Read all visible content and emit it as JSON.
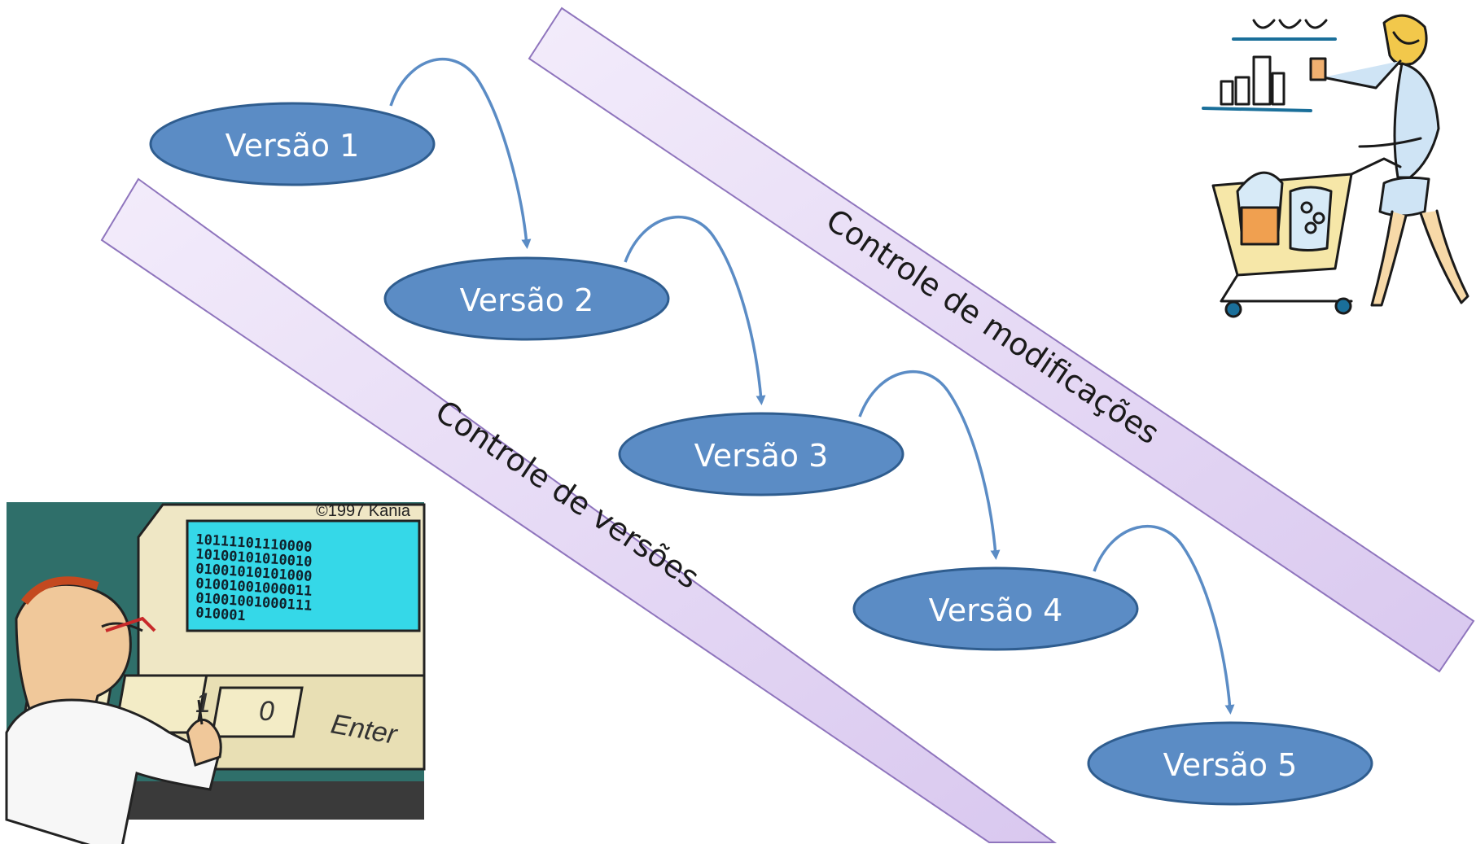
{
  "bands": [
    {
      "id": "modificacoes",
      "label": "Controle de modificações"
    },
    {
      "id": "versoes",
      "label": "Controle de versões"
    }
  ],
  "versions": [
    {
      "label": "Versão 1"
    },
    {
      "label": "Versão 2"
    },
    {
      "label": "Versão 3"
    },
    {
      "label": "Versão 4"
    },
    {
      "label": "Versão 5"
    }
  ],
  "programmer_clipart": {
    "copyright": "©1997 Kania",
    "binary_lines": [
      "10111101110000",
      "10100101010010",
      "01001010101000",
      "01001001000011",
      "01001001000111",
      "010001"
    ],
    "keys": [
      "1",
      "0",
      "Enter"
    ]
  },
  "colors": {
    "band_fill": "#e6d9f4",
    "band_stroke": "#7f62b0",
    "ellipse_fill": "#5b8cc5",
    "ellipse_stroke": "#2f5d8f",
    "arrow": "#5b8cc5",
    "screen": "#35d8e8"
  }
}
